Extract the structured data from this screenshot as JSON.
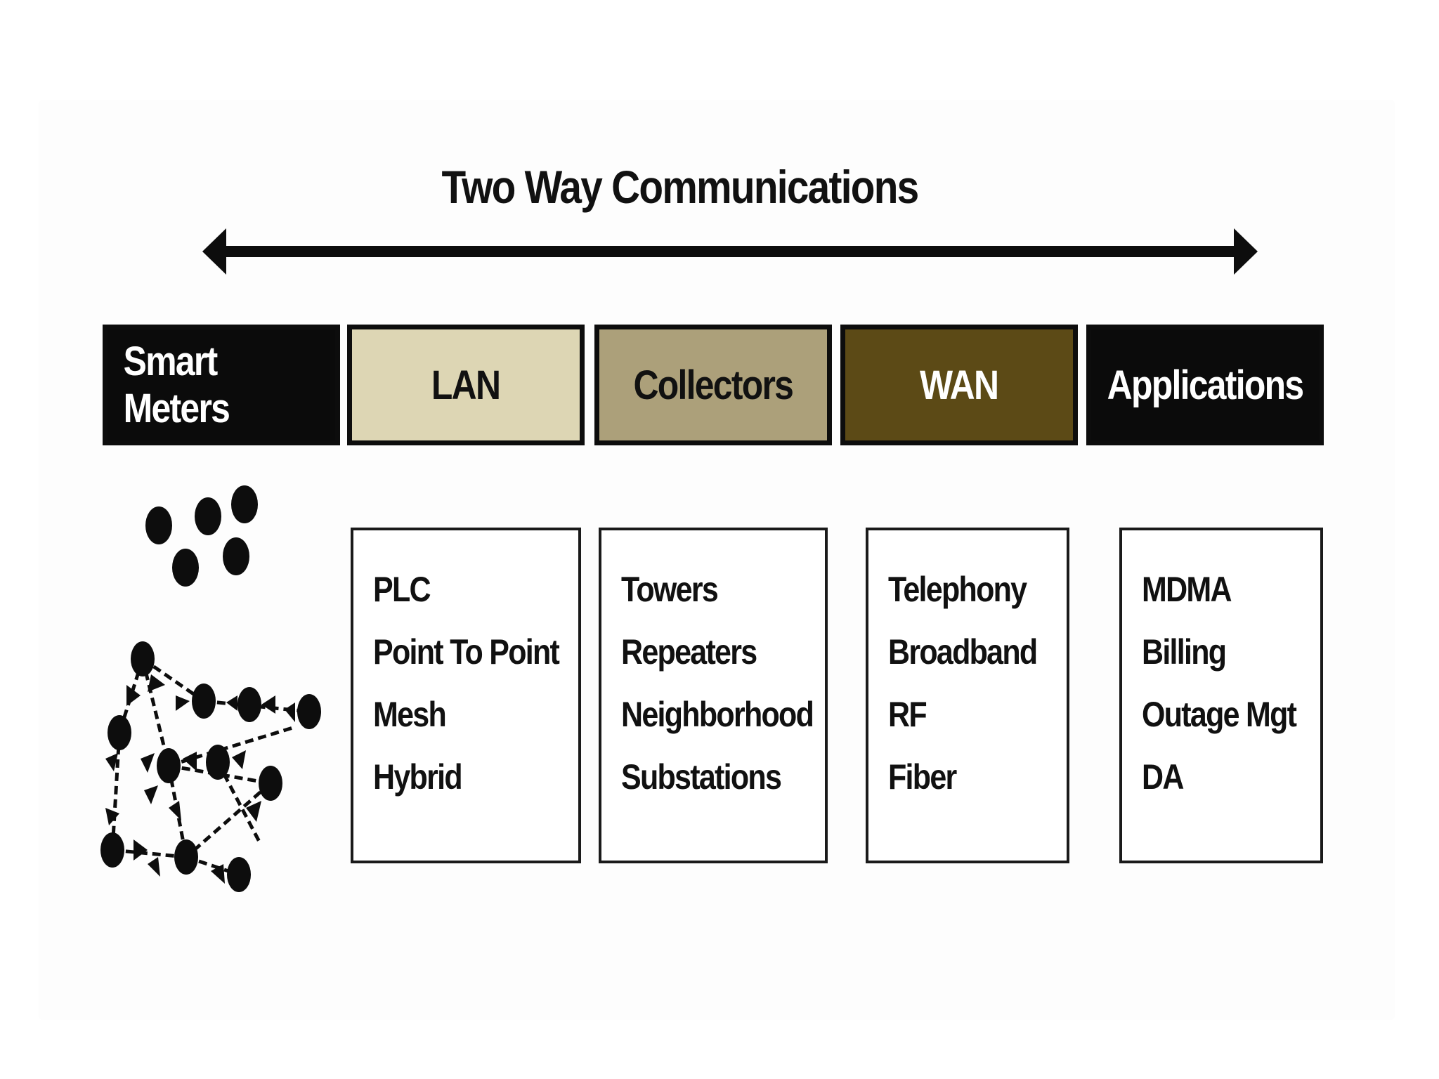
{
  "diagram": {
    "title": "Two Way Communications",
    "stages": [
      {
        "label": "Smart Meters",
        "fill": "#0b0b0b",
        "text_color": "#ffffff"
      },
      {
        "label": "LAN",
        "fill": "#ddd6b4",
        "text_color": "#111111"
      },
      {
        "label": "Collectors",
        "fill": "#aca07a",
        "text_color": "#111111"
      },
      {
        "label": "WAN",
        "fill": "#5c4a16",
        "text_color": "#ffffff"
      },
      {
        "label": "Applications",
        "fill": "#0b0b0b",
        "text_color": "#ffffff"
      }
    ],
    "details": {
      "lan": [
        "PLC",
        "Point To Point",
        "Mesh",
        "Hybrid"
      ],
      "collectors": [
        "Towers",
        "Repeaters",
        "Neighborhood",
        "Substations"
      ],
      "wan": [
        "Telephony",
        "Broadband",
        "RF",
        "Fiber"
      ],
      "applications": [
        "MDMA",
        "Billing",
        "Outage Mgt",
        "DA"
      ]
    },
    "icons": [
      "meter-dots-icon",
      "mesh-network-icon"
    ]
  }
}
